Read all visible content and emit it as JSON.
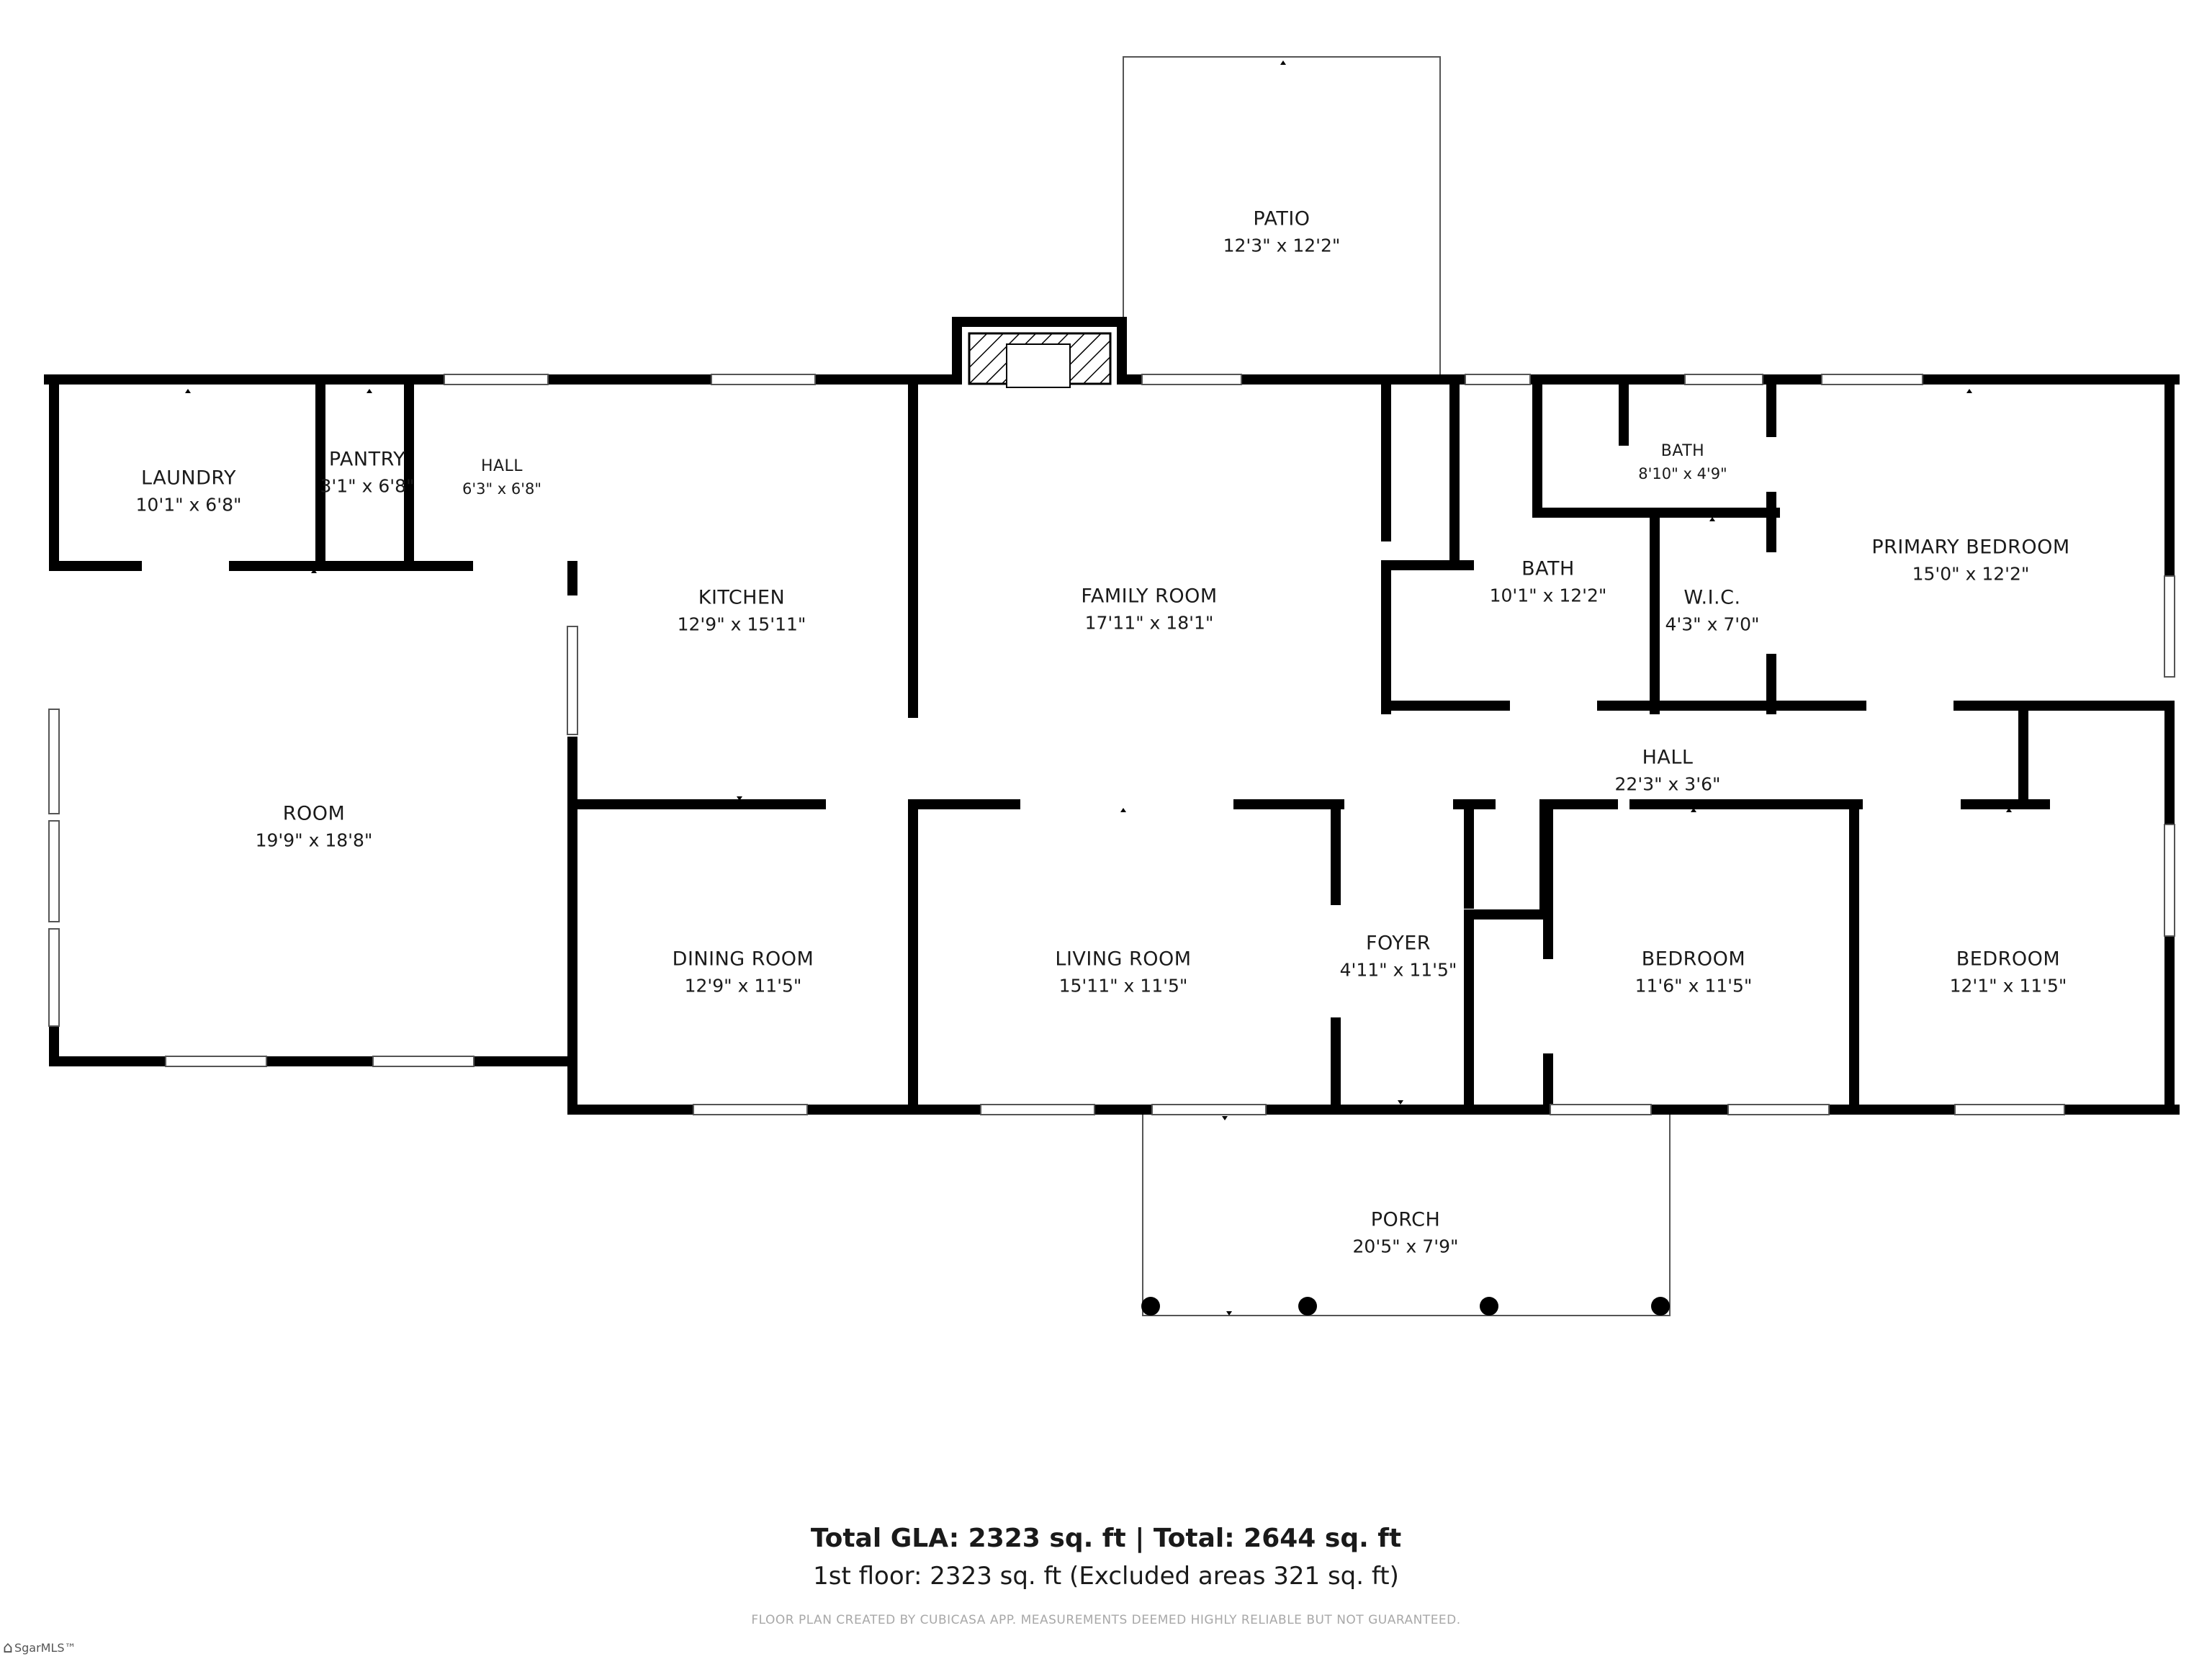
{
  "rooms": {
    "patio": {
      "name": "PATIO",
      "dims": "12'3\" x 12'2\""
    },
    "laundry": {
      "name": "LAUNDRY",
      "dims": "10'1\" x 6'8\""
    },
    "pantry": {
      "name": "PANTRY",
      "dims": "3'1\" x 6'8\""
    },
    "hall_small": {
      "name": "HALL",
      "dims": "6'3\" x 6'8\""
    },
    "kitchen": {
      "name": "KITCHEN",
      "dims": "12'9\" x 15'11\""
    },
    "family": {
      "name": "FAMILY ROOM",
      "dims": "17'11\" x 18'1\""
    },
    "bath_small": {
      "name": "BATH",
      "dims": "8'10\" x 4'9\""
    },
    "bath": {
      "name": "BATH",
      "dims": "10'1\" x 12'2\""
    },
    "wic": {
      "name": "W.I.C.",
      "dims": "4'3\" x 7'0\""
    },
    "primary": {
      "name": "PRIMARY BEDROOM",
      "dims": "15'0\" x 12'2\""
    },
    "room": {
      "name": "ROOM",
      "dims": "19'9\" x 18'8\""
    },
    "hall_long": {
      "name": "HALL",
      "dims": "22'3\" x 3'6\""
    },
    "dining": {
      "name": "DINING ROOM",
      "dims": "12'9\" x 11'5\""
    },
    "living": {
      "name": "LIVING ROOM",
      "dims": "15'11\" x 11'5\""
    },
    "foyer": {
      "name": "FOYER",
      "dims": "4'11\" x 11'5\""
    },
    "bedroom1": {
      "name": "BEDROOM",
      "dims": "11'6\" x 11'5\""
    },
    "bedroom2": {
      "name": "BEDROOM",
      "dims": "12'1\" x 11'5\""
    },
    "porch": {
      "name": "PORCH",
      "dims": "20'5\" x 7'9\""
    }
  },
  "totals": {
    "line1": "Total GLA: 2323 sq. ft | Total: 2644 sq. ft",
    "line2": "1st floor: 2323 sq. ft (Excluded areas 321 sq. ft)"
  },
  "disclaimer": "FLOOR PLAN CREATED BY CUBICASA APP. MEASUREMENTS DEEMED HIGHLY RELIABLE BUT NOT GUARANTEED.",
  "logo": {
    "text": "SgarMLS™",
    "icon": "house-logo-icon"
  },
  "colors": {
    "wall": "#000000",
    "window": "#ffffff",
    "line": "#555555"
  }
}
